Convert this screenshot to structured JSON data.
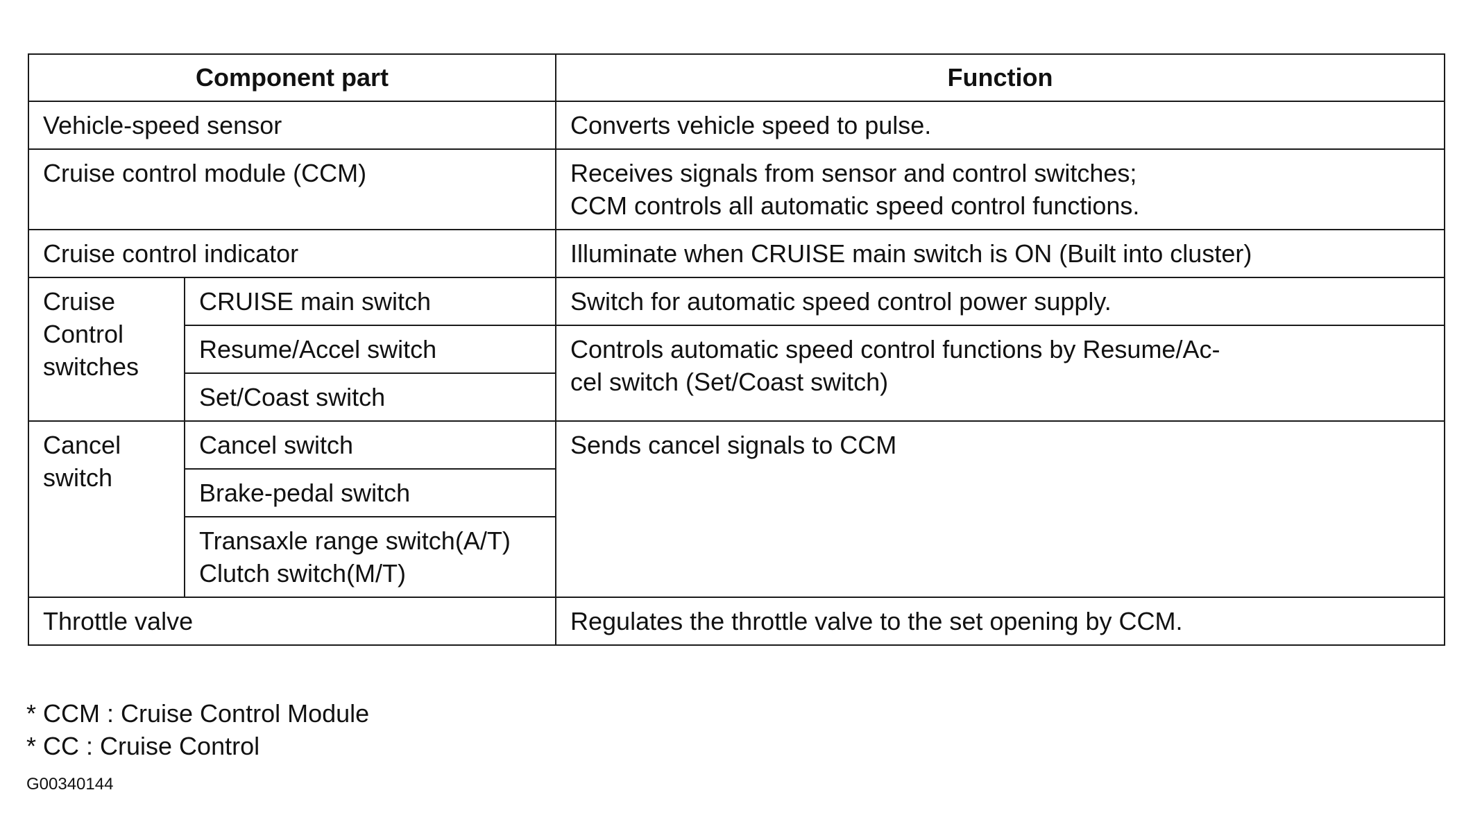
{
  "table": {
    "headers": {
      "component": "Component part",
      "function": "Function"
    },
    "rows": {
      "vss": {
        "component": "Vehicle-speed sensor",
        "function": "Converts vehicle speed to pulse."
      },
      "ccm": {
        "component": "Cruise control module (CCM)",
        "function": [
          "Receives signals from sensor and control switches;",
          "CCM controls all automatic speed control functions."
        ]
      },
      "indicator": {
        "component": "Cruise control indicator",
        "function": "Illuminate when CRUISE main switch is ON (Built into cluster)"
      },
      "control_switches": {
        "group": [
          "Cruise",
          "Control",
          "switches"
        ],
        "main_switch": {
          "component": "CRUISE main switch",
          "function": "Switch for automatic speed control power supply."
        },
        "resume_accel": {
          "component": "Resume/Accel switch"
        },
        "set_coast": {
          "component": "Set/Coast switch"
        },
        "shared_function": [
          "Controls automatic speed control functions by Resume/Ac-",
          "cel switch (Set/Coast switch)"
        ]
      },
      "cancel_switches": {
        "group": [
          "Cancel",
          "switch"
        ],
        "cancel": {
          "component": "Cancel switch"
        },
        "brake_pedal": {
          "component": "Brake-pedal switch"
        },
        "transaxle": {
          "component": [
            "Transaxle range switch(A/T)",
            "Clutch switch(M/T)"
          ]
        },
        "shared_function": "Sends cancel signals to CCM"
      },
      "throttle": {
        "component": "Throttle valve",
        "function": "Regulates the throttle valve to the set opening by CCM."
      }
    }
  },
  "notes": [
    "* CCM : Cruise Control Module",
    "* CC : Cruise Control"
  ],
  "figure_id": "G00340144"
}
